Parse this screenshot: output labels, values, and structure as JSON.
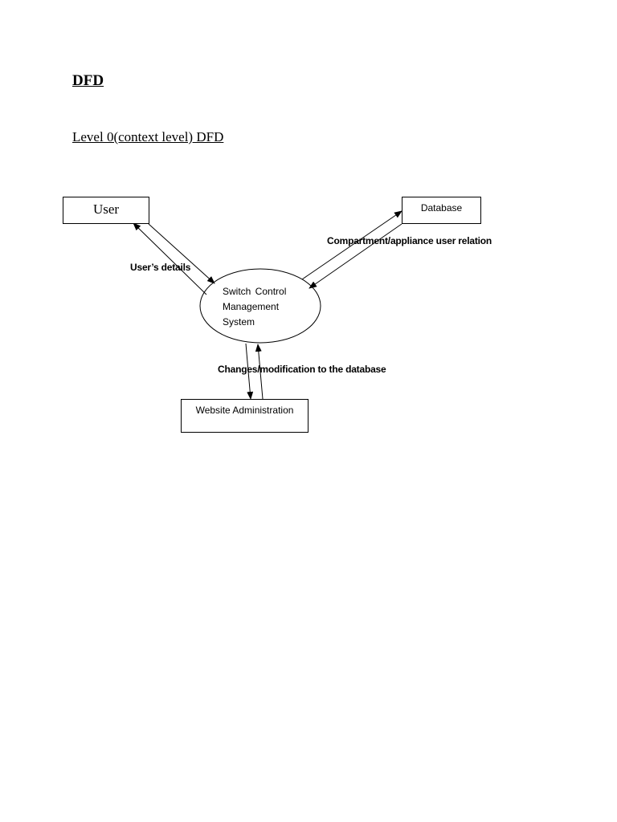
{
  "heading": "DFD",
  "subheading": "Level 0(context level) DFD",
  "diagram": {
    "entities": {
      "user": "User",
      "database": "Database",
      "website_admin": "Website Administration"
    },
    "process": {
      "line1": "Switch Control",
      "line2": "Management",
      "line3": "System"
    },
    "flows": {
      "users_details": "User’s details",
      "compartment": "Compartment/appliance user relation",
      "changes": "Changes/modification to the database"
    }
  }
}
